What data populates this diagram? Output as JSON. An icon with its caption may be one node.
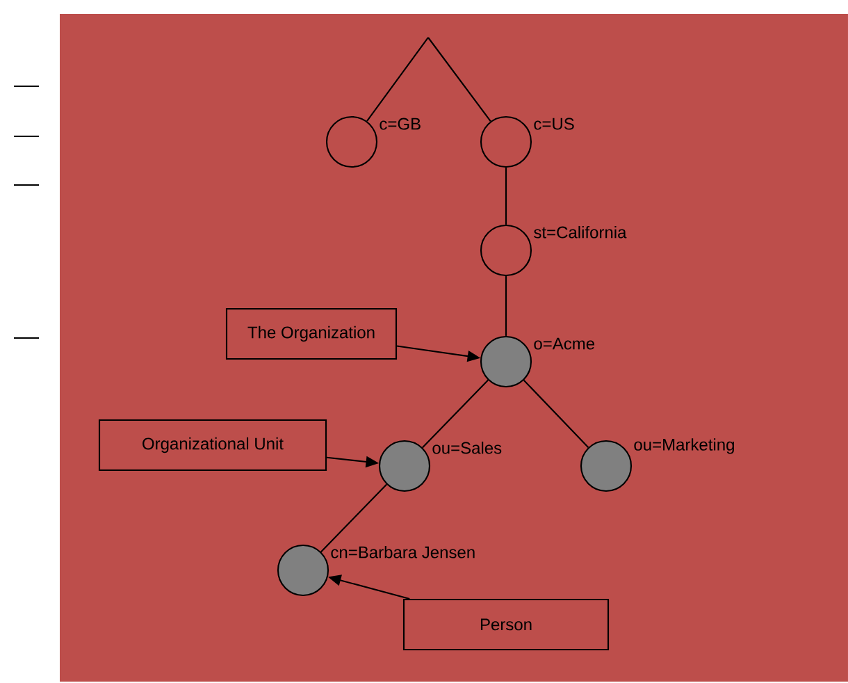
{
  "diagram": {
    "nodes": [
      {
        "text": [],
        "shape": "circle",
        "beside": [
          "c=GB"
        ]
      },
      {
        "text": [],
        "shape": "circle",
        "beside": [
          "c=US"
        ]
      },
      {
        "text": [],
        "shape": "circle",
        "beside": [
          "st=California"
        ]
      },
      {
        "text": [],
        "shape": "circle",
        "beside": [
          "o=Acme"
        ]
      },
      {
        "text": [],
        "shape": "circle",
        "beside": [
          "ou=Sales"
        ]
      },
      {
        "text": [],
        "shape": "circle",
        "beside": [
          "ou=Marketing"
        ]
      },
      {
        "text": [],
        "shape": "circle",
        "beside": [
          "cn=Barbara Jensen"
        ]
      },
      {
        "text": [
          "The Organization"
        ]
      },
      {
        "text": [
          "Organizational Unit"
        ]
      },
      {
        "text": [
          "Person"
        ]
      }
    ],
    "edges": [
      {
        "from": null,
        "to": 0,
        "arrow": "none"
      },
      {
        "from": null,
        "to": 1,
        "arrow": "none"
      },
      {
        "from": 1,
        "to": 2,
        "arrow": "none"
      },
      {
        "from": 2,
        "to": 3,
        "arrow": "none"
      },
      {
        "from": 3,
        "to": 4,
        "arrow": "none"
      },
      {
        "from": 3,
        "to": 5,
        "arrow": "none"
      },
      {
        "from": 4,
        "to": 6,
        "arrow": "none"
      },
      {
        "from": 7,
        "to": 3,
        "arrow": "to"
      },
      {
        "from": 8,
        "to": 4,
        "arrow": "to"
      },
      {
        "from": 9,
        "to": 6,
        "arrow": "to"
      }
    ]
  }
}
